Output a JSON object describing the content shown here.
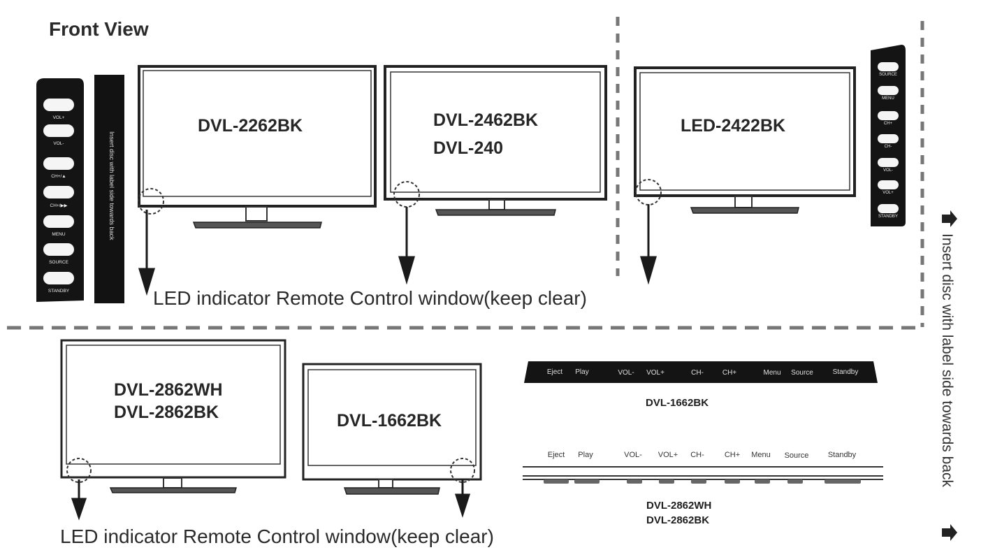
{
  "title": "Front View",
  "models": {
    "m2262": "DVL-2262BK",
    "m2462": [
      "DVL-2462BK",
      "DVL-240"
    ],
    "m2422": "LED-2422BK",
    "m2862": [
      "DVL-2862WH",
      "DVL-2862BK"
    ],
    "m1662": "DVL-1662BK"
  },
  "led_label": "LED indicator Remote Control window(keep clear)",
  "insert_label": "Insert disc with label side towards back",
  "side_strip_left_insert": "Insert disc with label side towards back",
  "left_side_keys": [
    "VOL+",
    "VOL-",
    "CH+/▲",
    "CH+/▶▶",
    "MENU",
    "SOURCE",
    "STANDBY"
  ],
  "right_side_keys": [
    "SOURCE",
    "MENU",
    "CH+",
    "CH-",
    "VOL-",
    "VOL+",
    "STANDBY"
  ],
  "top_strip_keys": [
    "Eject",
    "Play",
    "VOL-",
    "VOL+",
    "CH-",
    "CH+",
    "Menu",
    "Source",
    "Standby"
  ],
  "top_strip_model": "DVL-1662BK",
  "bottom_strip_keys": [
    "Eject",
    "Play",
    "VOL-",
    "VOL+",
    "CH-",
    "CH+",
    "Menu",
    "Source",
    "Standby"
  ],
  "bottom_strip_models": [
    "DVL-2862WH",
    "DVL-2862BK"
  ]
}
